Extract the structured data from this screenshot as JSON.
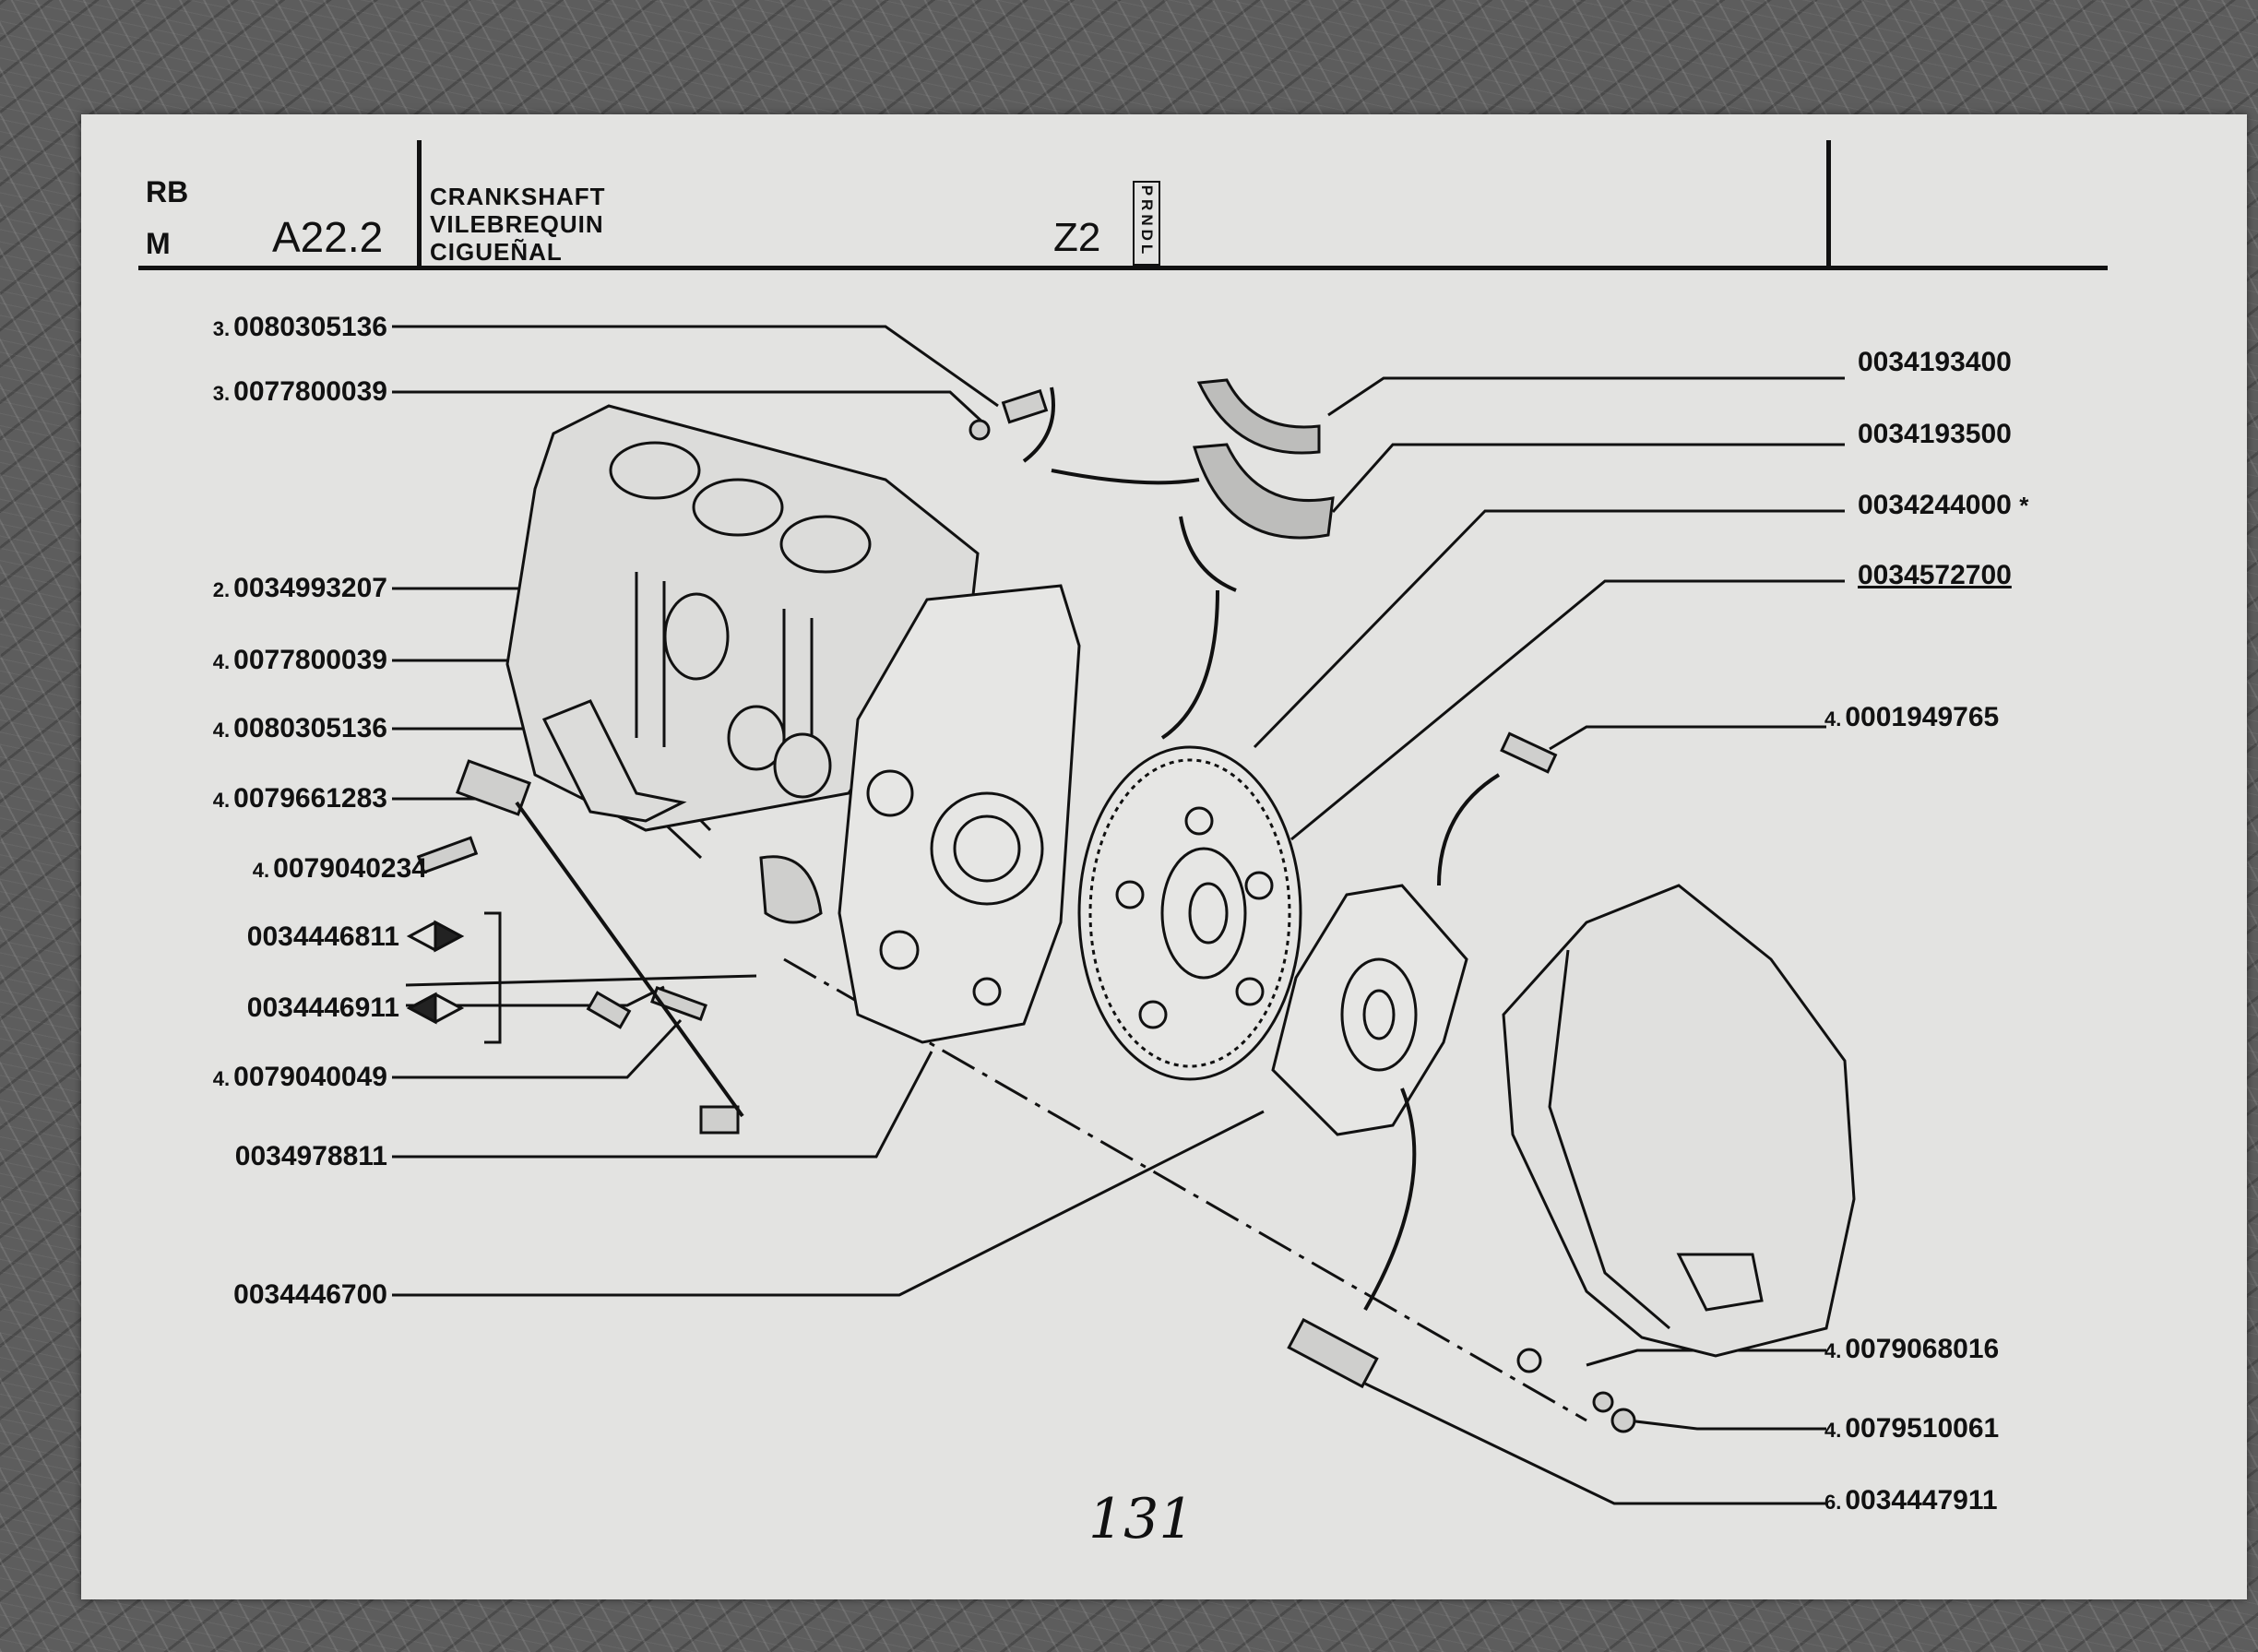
{
  "header": {
    "rb": "RB",
    "m": "M",
    "code": "A22.2",
    "title_lines": [
      "CRANKSHAFT",
      "VILEBREQUIN",
      "CIGUEÑAL"
    ],
    "group": "Z2",
    "prndl": "PRNDL"
  },
  "labels_left": [
    {
      "qty": "3.",
      "part": "0080305136"
    },
    {
      "qty": "3.",
      "part": "0077800039"
    },
    {
      "qty": "2.",
      "part": "0034993207"
    },
    {
      "qty": "4.",
      "part": "0077800039"
    },
    {
      "qty": "4.",
      "part": "0080305136"
    },
    {
      "qty": "4.",
      "part": "0079661283"
    },
    {
      "qty": "4.",
      "part": "0079040234"
    },
    {
      "qty": "",
      "part": "0034446811"
    },
    {
      "qty": "",
      "part": "0034446911"
    },
    {
      "qty": "4.",
      "part": "0079040049"
    },
    {
      "qty": "",
      "part": "0034978811"
    },
    {
      "qty": "",
      "part": "0034446700"
    }
  ],
  "labels_right": [
    {
      "qty": "",
      "part": "0034193400",
      "suffix": ""
    },
    {
      "qty": "",
      "part": "0034193500",
      "suffix": ""
    },
    {
      "qty": "",
      "part": "0034244000",
      "suffix": "*"
    },
    {
      "qty": "",
      "part": "0034572700",
      "suffix": ""
    },
    {
      "qty": "4.",
      "part": "0001949765",
      "suffix": ""
    },
    {
      "qty": "4.",
      "part": "0079068016",
      "suffix": ""
    },
    {
      "qty": "4.",
      "part": "0079510061",
      "suffix": ""
    },
    {
      "qty": "6.",
      "part": "0034447911",
      "suffix": ""
    }
  ],
  "page_number": "131"
}
